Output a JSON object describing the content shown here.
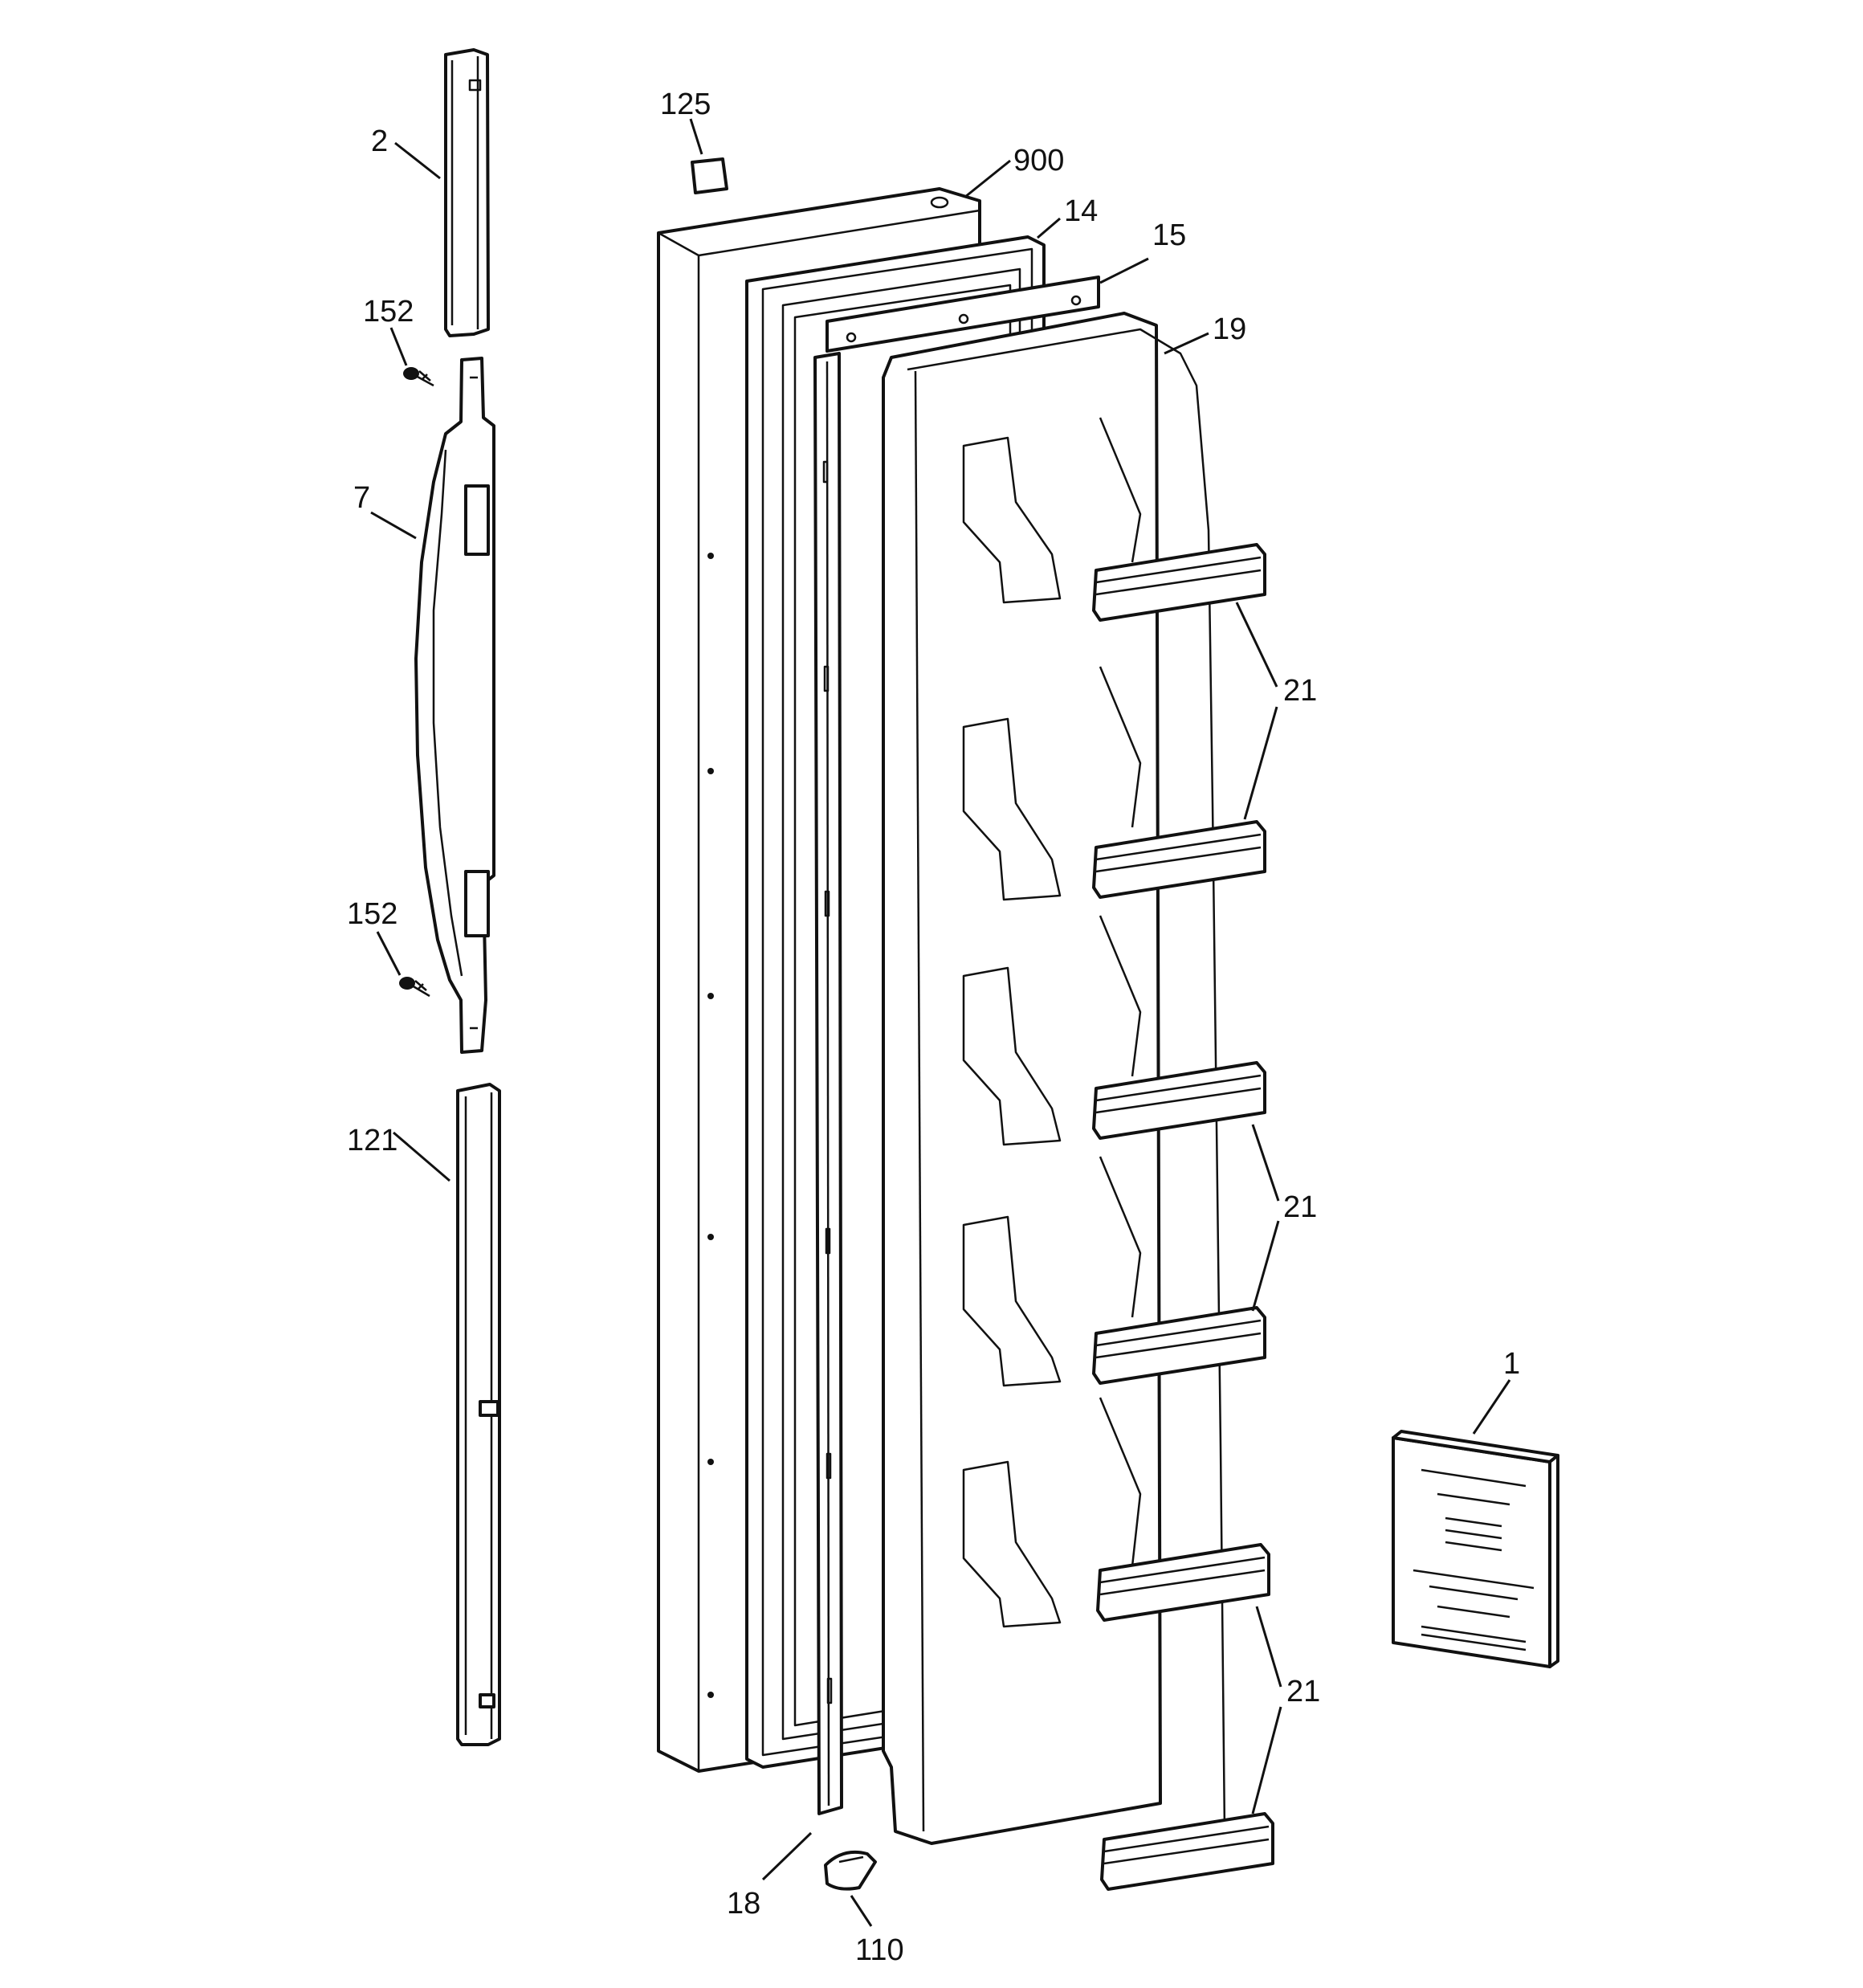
{
  "callouts": {
    "trim_top": "2",
    "screw_upper": "152",
    "handle": "7",
    "screw_lower": "152",
    "trim_bottom": "121",
    "plug": "125",
    "door_panel": "900",
    "gasket": "14",
    "retainer_top": "15",
    "liner": "19",
    "bins_upper": "21",
    "bins_middle": "21",
    "bins_lower": "21",
    "retainer_side": "18",
    "cam": "110",
    "manual": "1"
  }
}
